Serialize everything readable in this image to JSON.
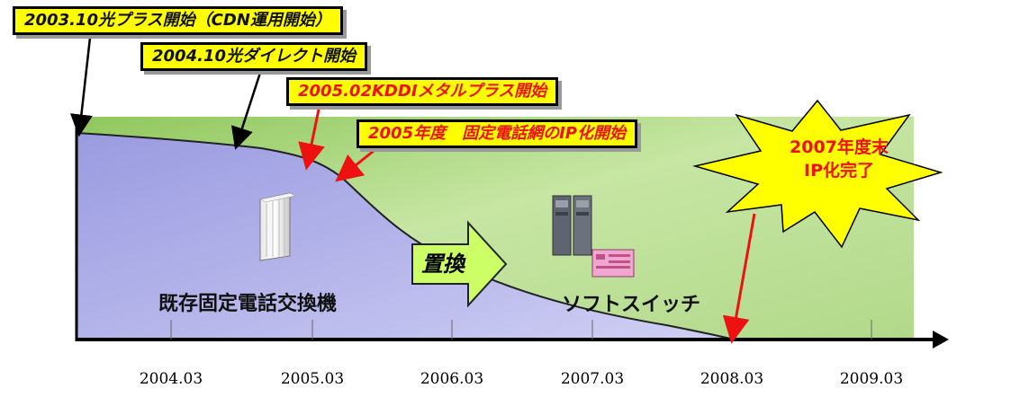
{
  "callouts": {
    "hikari_plus": "2003.10光プラス開始（CDN運用開始）",
    "hikari_direct": "2004.10光ダイレクト開始",
    "kddi_metal": "2005.02KDDIメタルプラス開始",
    "ip_start": "2005年度　固定電話網のIP化開始"
  },
  "burst": {
    "line1": "2007年度末",
    "line2": "IP化完了"
  },
  "labels": {
    "legacy": "既存固定電話交換機",
    "softswitch": "ソフトスイッチ",
    "replace": "置換"
  },
  "timeline": {
    "ticks": [
      "2004.03",
      "2005.03",
      "2006.03",
      "2007.03",
      "2008.03",
      "2009.03"
    ]
  },
  "colors": {
    "callout_fill": "#ffff00",
    "arrow_red": "#ee1111",
    "legacy_fill": "#a9a9e6",
    "softswitch_fill": "#b7de8a",
    "replace_arrow": "#ccff66"
  },
  "icons": [
    "legacy-switch-icon",
    "softswitch-server-icon",
    "softswitch-device-icon"
  ]
}
